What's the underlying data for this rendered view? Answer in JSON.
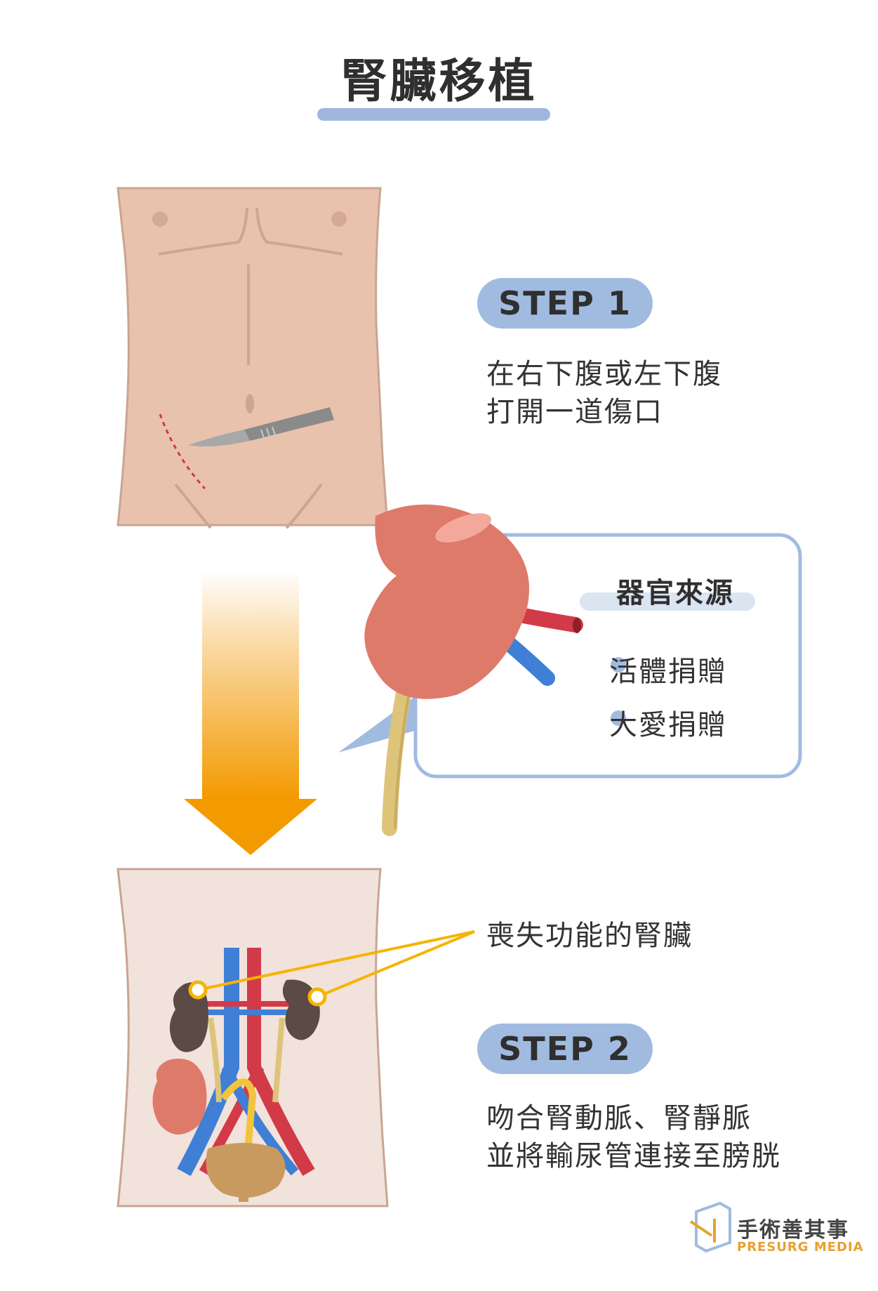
{
  "title": "腎臟移植",
  "step1": {
    "label": "STEP 1",
    "description_line1": "在右下腹或左下腹",
    "description_line2": "打開一道傷口"
  },
  "organ_source": {
    "title": "器官來源",
    "items": [
      "活體捐贈",
      "大愛捐贈"
    ]
  },
  "failed_kidney_label": "喪失功能的腎臟",
  "step2": {
    "label": "STEP 2",
    "description_line1": "吻合腎動脈、腎靜脈",
    "description_line2": "並將輸尿管連接至膀胱"
  },
  "brand": {
    "name": "手術善其事",
    "subtitle": "PRESURG MEDIA"
  },
  "colors": {
    "skin": "#e8c2ad",
    "pill": "#a1bbe0",
    "arrow_top": "#fff6e0",
    "arrow_bottom": "#f39a00",
    "kidney": "#de7a6a",
    "artery": "#d23a48",
    "vein": "#3f7fd6",
    "ureter": "#ddc47a",
    "callout_line": "#f5b400"
  }
}
